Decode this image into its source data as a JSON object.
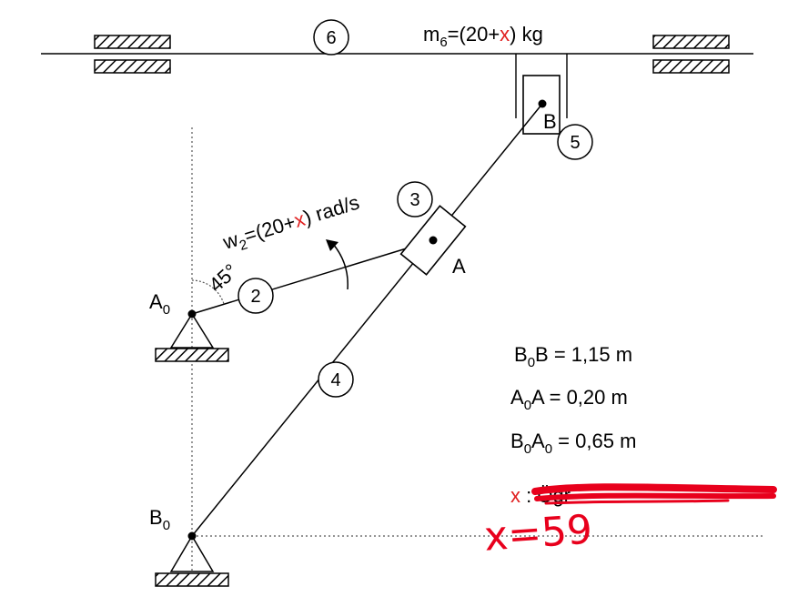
{
  "diagram": {
    "mass": {
      "prefix": "m",
      "sub": "6",
      "eq": "=(20+",
      "x": "x",
      "suffix": ") kg"
    },
    "omega": {
      "prefix": "w",
      "sub": "2",
      "eq": "=(20+",
      "x": "x",
      "suffix": ") rad/s"
    },
    "angle": "45°",
    "link_numbers": [
      "2",
      "3",
      "4",
      "5",
      "6"
    ],
    "points": {
      "A0": {
        "base": "A",
        "sub": "0"
      },
      "A": {
        "base": "A"
      },
      "B": {
        "base": "B"
      },
      "B0": {
        "base": "B",
        "sub": "0"
      }
    },
    "dimensions": [
      {
        "p1": "B",
        "p1_sub": "0",
        "p2": "B",
        "p2_sub": "",
        "eq": " = 1,15 m"
      },
      {
        "p1": "A",
        "p1_sub": "0",
        "p2": "A",
        "p2_sub": "",
        "eq": " = 0,20 m"
      },
      {
        "p1": "B",
        "p1_sub": "0",
        "p2": "A",
        "p2_sub": "0",
        "eq": " = 0,65 m"
      }
    ],
    "note": {
      "x": "x",
      "text": " : Öğr"
    },
    "handwritten": "x=59",
    "colors": {
      "line": "#000000",
      "variable": "#e02020",
      "handwriting": "#e8001c",
      "redaction": "#e8001c"
    }
  }
}
